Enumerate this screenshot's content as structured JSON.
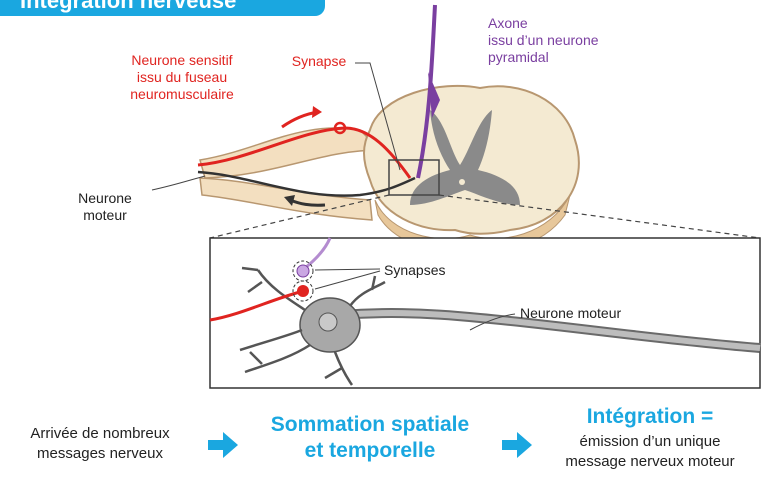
{
  "title": "Intégration nerveuse",
  "labels": {
    "sensory_neuron": [
      "Neurone sensitif",
      "issu du fuseau",
      "neuromusculaire"
    ],
    "synapse": "Synapse",
    "axon": [
      "Axone",
      "issu d’un neurone",
      "pyramidal"
    ],
    "motor_neuron_top": [
      "Neurone",
      "moteur"
    ],
    "synapses": "Synapses",
    "motor_neuron_inset": "Neurone moteur"
  },
  "flow": {
    "step1": [
      "Arrivée de nombreux",
      "messages nerveux"
    ],
    "step2": [
      "Sommation spatiale",
      "et temporelle"
    ],
    "step3_title": "Intégration =",
    "step3": [
      "émission d’un unique",
      "message nerveux moteur"
    ]
  },
  "colors": {
    "accent": "#1aa7e0",
    "sensory": "#e02420",
    "pyramidal": "#7a3fa0"
  },
  "icons": [
    "right-arrow-icon",
    "right-arrow-icon"
  ]
}
